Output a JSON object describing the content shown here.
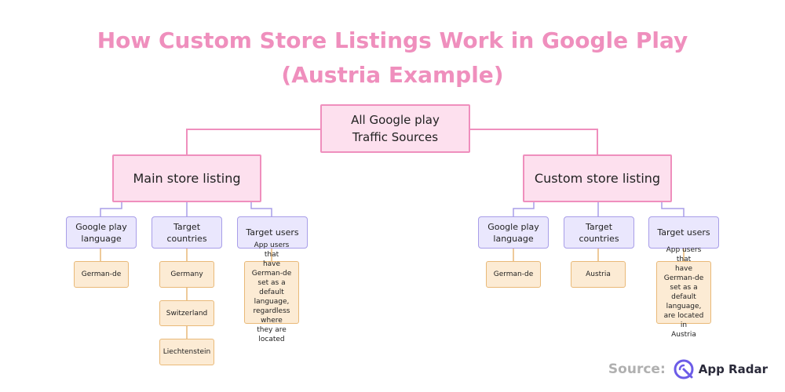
{
  "title": {
    "line1": "How Custom Store Listings Work in Google Play",
    "line2": "(Austria Example)"
  },
  "root": {
    "line1": "All Google play",
    "line2": "Traffic Sources"
  },
  "main_listing": {
    "label": "Main store listing",
    "language": {
      "line1": "Google play",
      "line2": "language",
      "value": "German-de"
    },
    "countries": {
      "line1": "Target",
      "line2": "countries",
      "values": [
        "Germany",
        "Switzerland",
        "Liechtenstein"
      ]
    },
    "users": {
      "label": "Target users",
      "desc_lines": [
        "App users that",
        "have German-de",
        "set as a default",
        "language,",
        "regardless where",
        "they are located"
      ]
    }
  },
  "custom_listing": {
    "label": "Custom store listing",
    "language": {
      "line1": "Google play",
      "line2": "language",
      "value": "German-de"
    },
    "countries": {
      "line1": "Target",
      "line2": "countries",
      "values": [
        "Austria"
      ]
    },
    "users": {
      "label": "Target users",
      "desc_lines": [
        "App users that",
        "have German-de",
        "set as a default",
        "language,",
        "are located in",
        "Austria"
      ]
    }
  },
  "source": {
    "label": "Source:",
    "brand": "App Radar",
    "logo_icon": "app-radar-logo-icon"
  },
  "colors": {
    "title": "#ef8fbd",
    "pink_fill": "#fde0ee",
    "pink_border": "#ef8fbd",
    "purple_fill": "#eae7fd",
    "purple_border": "#a89ee8",
    "orange_fill": "#fcebd4",
    "orange_border": "#e9b978",
    "logo": "#6c5ce7"
  }
}
